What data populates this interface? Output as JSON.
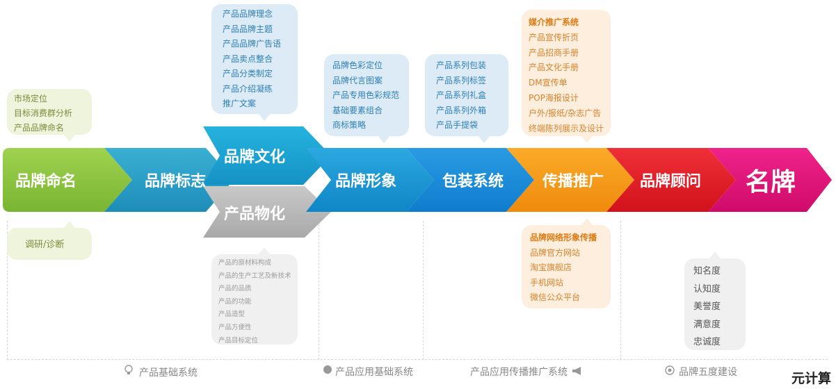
{
  "stages": [
    {
      "label": "品牌命名",
      "color": "#8cc63f"
    },
    {
      "label": "品牌标志",
      "color": "#2a9fc8"
    },
    {
      "label": "品牌文化",
      "color": "#1ea7d3"
    },
    {
      "label": "产品物化",
      "color": "#b5b5b5"
    },
    {
      "label": "品牌形象",
      "color": "#1596d1"
    },
    {
      "label": "包装系统",
      "color": "#1a90d8"
    },
    {
      "label": "传播推广",
      "color": "#f39a17"
    },
    {
      "label": "品牌顾问",
      "color": "#e62129"
    },
    {
      "label": "名牌",
      "color": "#e3117a"
    }
  ],
  "bubbles": {
    "naming_top": [
      "市场定位",
      "目标消费群分析",
      "产品品牌命名"
    ],
    "naming_bottom": [
      "调研/诊断"
    ],
    "culture": [
      "产品品牌理念",
      "产品品牌主题",
      "产品品牌广告语",
      "产品卖点整合",
      "产品分类制定",
      "产品介绍凝练",
      "推广文案"
    ],
    "product": [
      "产品的原材料构成",
      "产品的生产工艺及新技术",
      "产品的品质",
      "产品的功能",
      "产品造型",
      "产品方便性",
      "产品目标定位"
    ],
    "image": [
      "品牌色彩定位",
      "品牌代言图案",
      "产品专用色彩规范",
      "基础要素组合",
      "商标策略"
    ],
    "packaging": [
      "产品系列包装",
      "产品系列标签",
      "产品系列礼盒",
      "产品系列外箱",
      "产品手提袋"
    ],
    "media": {
      "title": "媒介推广系统",
      "items": [
        "产品宣传折页",
        "产品招商手册",
        "产品文化手册",
        "DM宣传单",
        "POP海报设计",
        "户外/报纸/杂志广告",
        "终端陈列展示及设计"
      ]
    },
    "network": {
      "title": "品牌网络形象传播",
      "items": [
        "品牌官方网站",
        "淘宝旗舰店",
        "手机网站",
        "微信公众平台"
      ]
    },
    "degrees": [
      "知名度",
      "认知度",
      "美誉度",
      "满意度",
      "忠诚度"
    ]
  },
  "footer": [
    "产品基础系统",
    "产品应用基础系统",
    "产品应用传播推广系统",
    "品牌五度建设"
  ],
  "watermark": "元计算",
  "colors": {
    "green_bubble": "#eef5dc",
    "blue_bubble": "#dcebf5",
    "orange_bubble": "#fdeedd",
    "gray_bubble": "#f0f0f0"
  }
}
